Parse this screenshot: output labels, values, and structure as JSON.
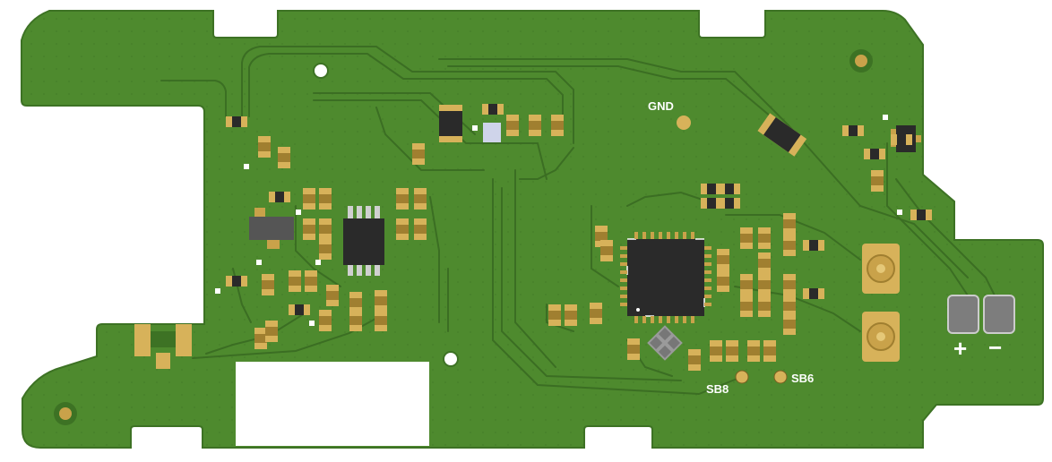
{
  "board": {
    "labels": {
      "gnd": "GND",
      "sb8": "SB8",
      "sb6": "SB6",
      "plus": "+",
      "minus": "−"
    },
    "colors": {
      "mask": "#4e8a2e",
      "mask_dark": "#3d7224",
      "copper": "#c9a24a",
      "gold": "#d7b25a",
      "chip": "#2a2a2a",
      "pad_gray": "#7d7d7d",
      "silkscreen": "#ffffff"
    }
  }
}
